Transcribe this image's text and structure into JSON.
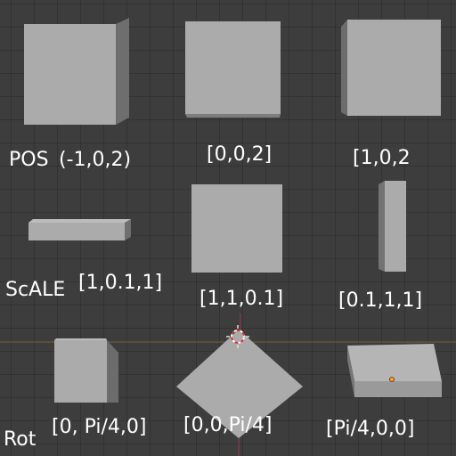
{
  "viewport": {
    "background_color": "#3d3d3d",
    "grid_color": "#353535",
    "x_axis_color": "#7a5a2a",
    "y_axis_color": "#8a3a4a",
    "object_color": "#a8a8a8"
  },
  "rows": {
    "position": {
      "row_label": "POS",
      "cube_labels": [
        "(-1,0,2)",
        "[0,0,2]",
        "[1,0,2"
      ]
    },
    "scale": {
      "row_label": "ScALE",
      "cube_labels": [
        "[1,0.1,1]",
        "[1,1,0.1]",
        "[0.1,1,1]"
      ]
    },
    "rotation": {
      "row_label": "Rot",
      "cube_labels": [
        "[0, Pi/4,0]",
        "[0,0,Pi/4]",
        "[Pi/4,0,0]"
      ]
    }
  },
  "icons": [
    "3d-cursor-icon",
    "origin-point-icon"
  ]
}
